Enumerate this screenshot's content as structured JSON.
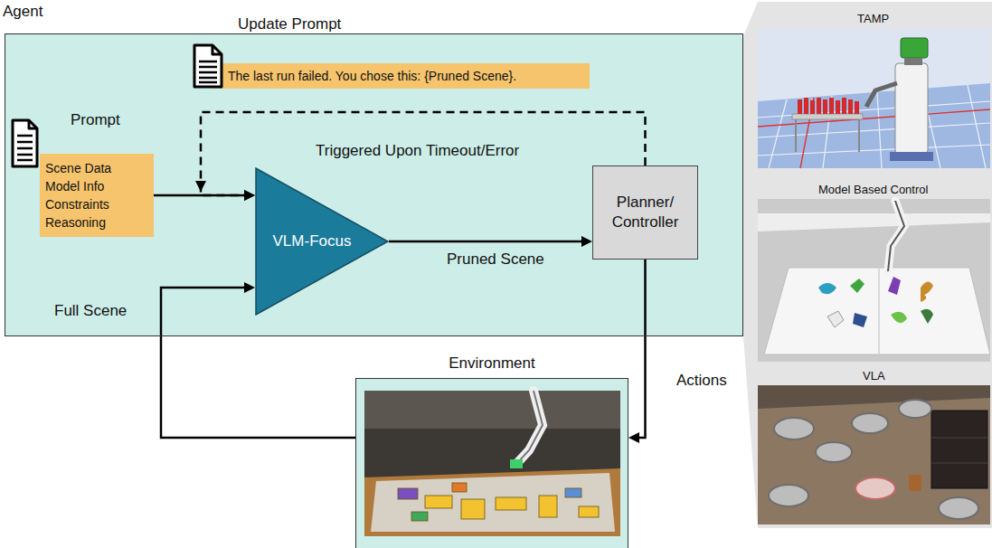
{
  "diagram": {
    "nodes": [
      {
        "text": [
          "Agent"
        ]
      },
      {
        "text": [
          "Update Prompt",
          "The last run failed. You chose this: {Pruned Scene}."
        ],
        "in": 0
      },
      {
        "text": [
          "Prompt",
          "Scene Data Model Info Constraints Reasoning"
        ],
        "in": 0
      },
      {
        "text": [
          "VLM-Focus"
        ],
        "in": 0
      },
      {
        "text": [
          "Planner/ Controller"
        ],
        "in": 0
      },
      {
        "text": [
          "Environment"
        ]
      }
    ],
    "edges": [
      {
        "from": 2,
        "to": 3,
        "arrow": "to"
      },
      {
        "from": 4,
        "to": 3,
        "label": "Triggered Upon Timeout/Error",
        "arrow": "to"
      },
      {
        "from": 3,
        "to": 4,
        "label": "Pruned Scene",
        "arrow": "to"
      },
      {
        "from": 4,
        "to": 5,
        "label": "Actions",
        "arrow": "to"
      },
      {
        "from": 5,
        "to": 3,
        "label": "Full Scene",
        "arrow": "to"
      }
    ],
    "labels": [
      "TAMP",
      "Model Based Control",
      "VLA"
    ]
  }
}
